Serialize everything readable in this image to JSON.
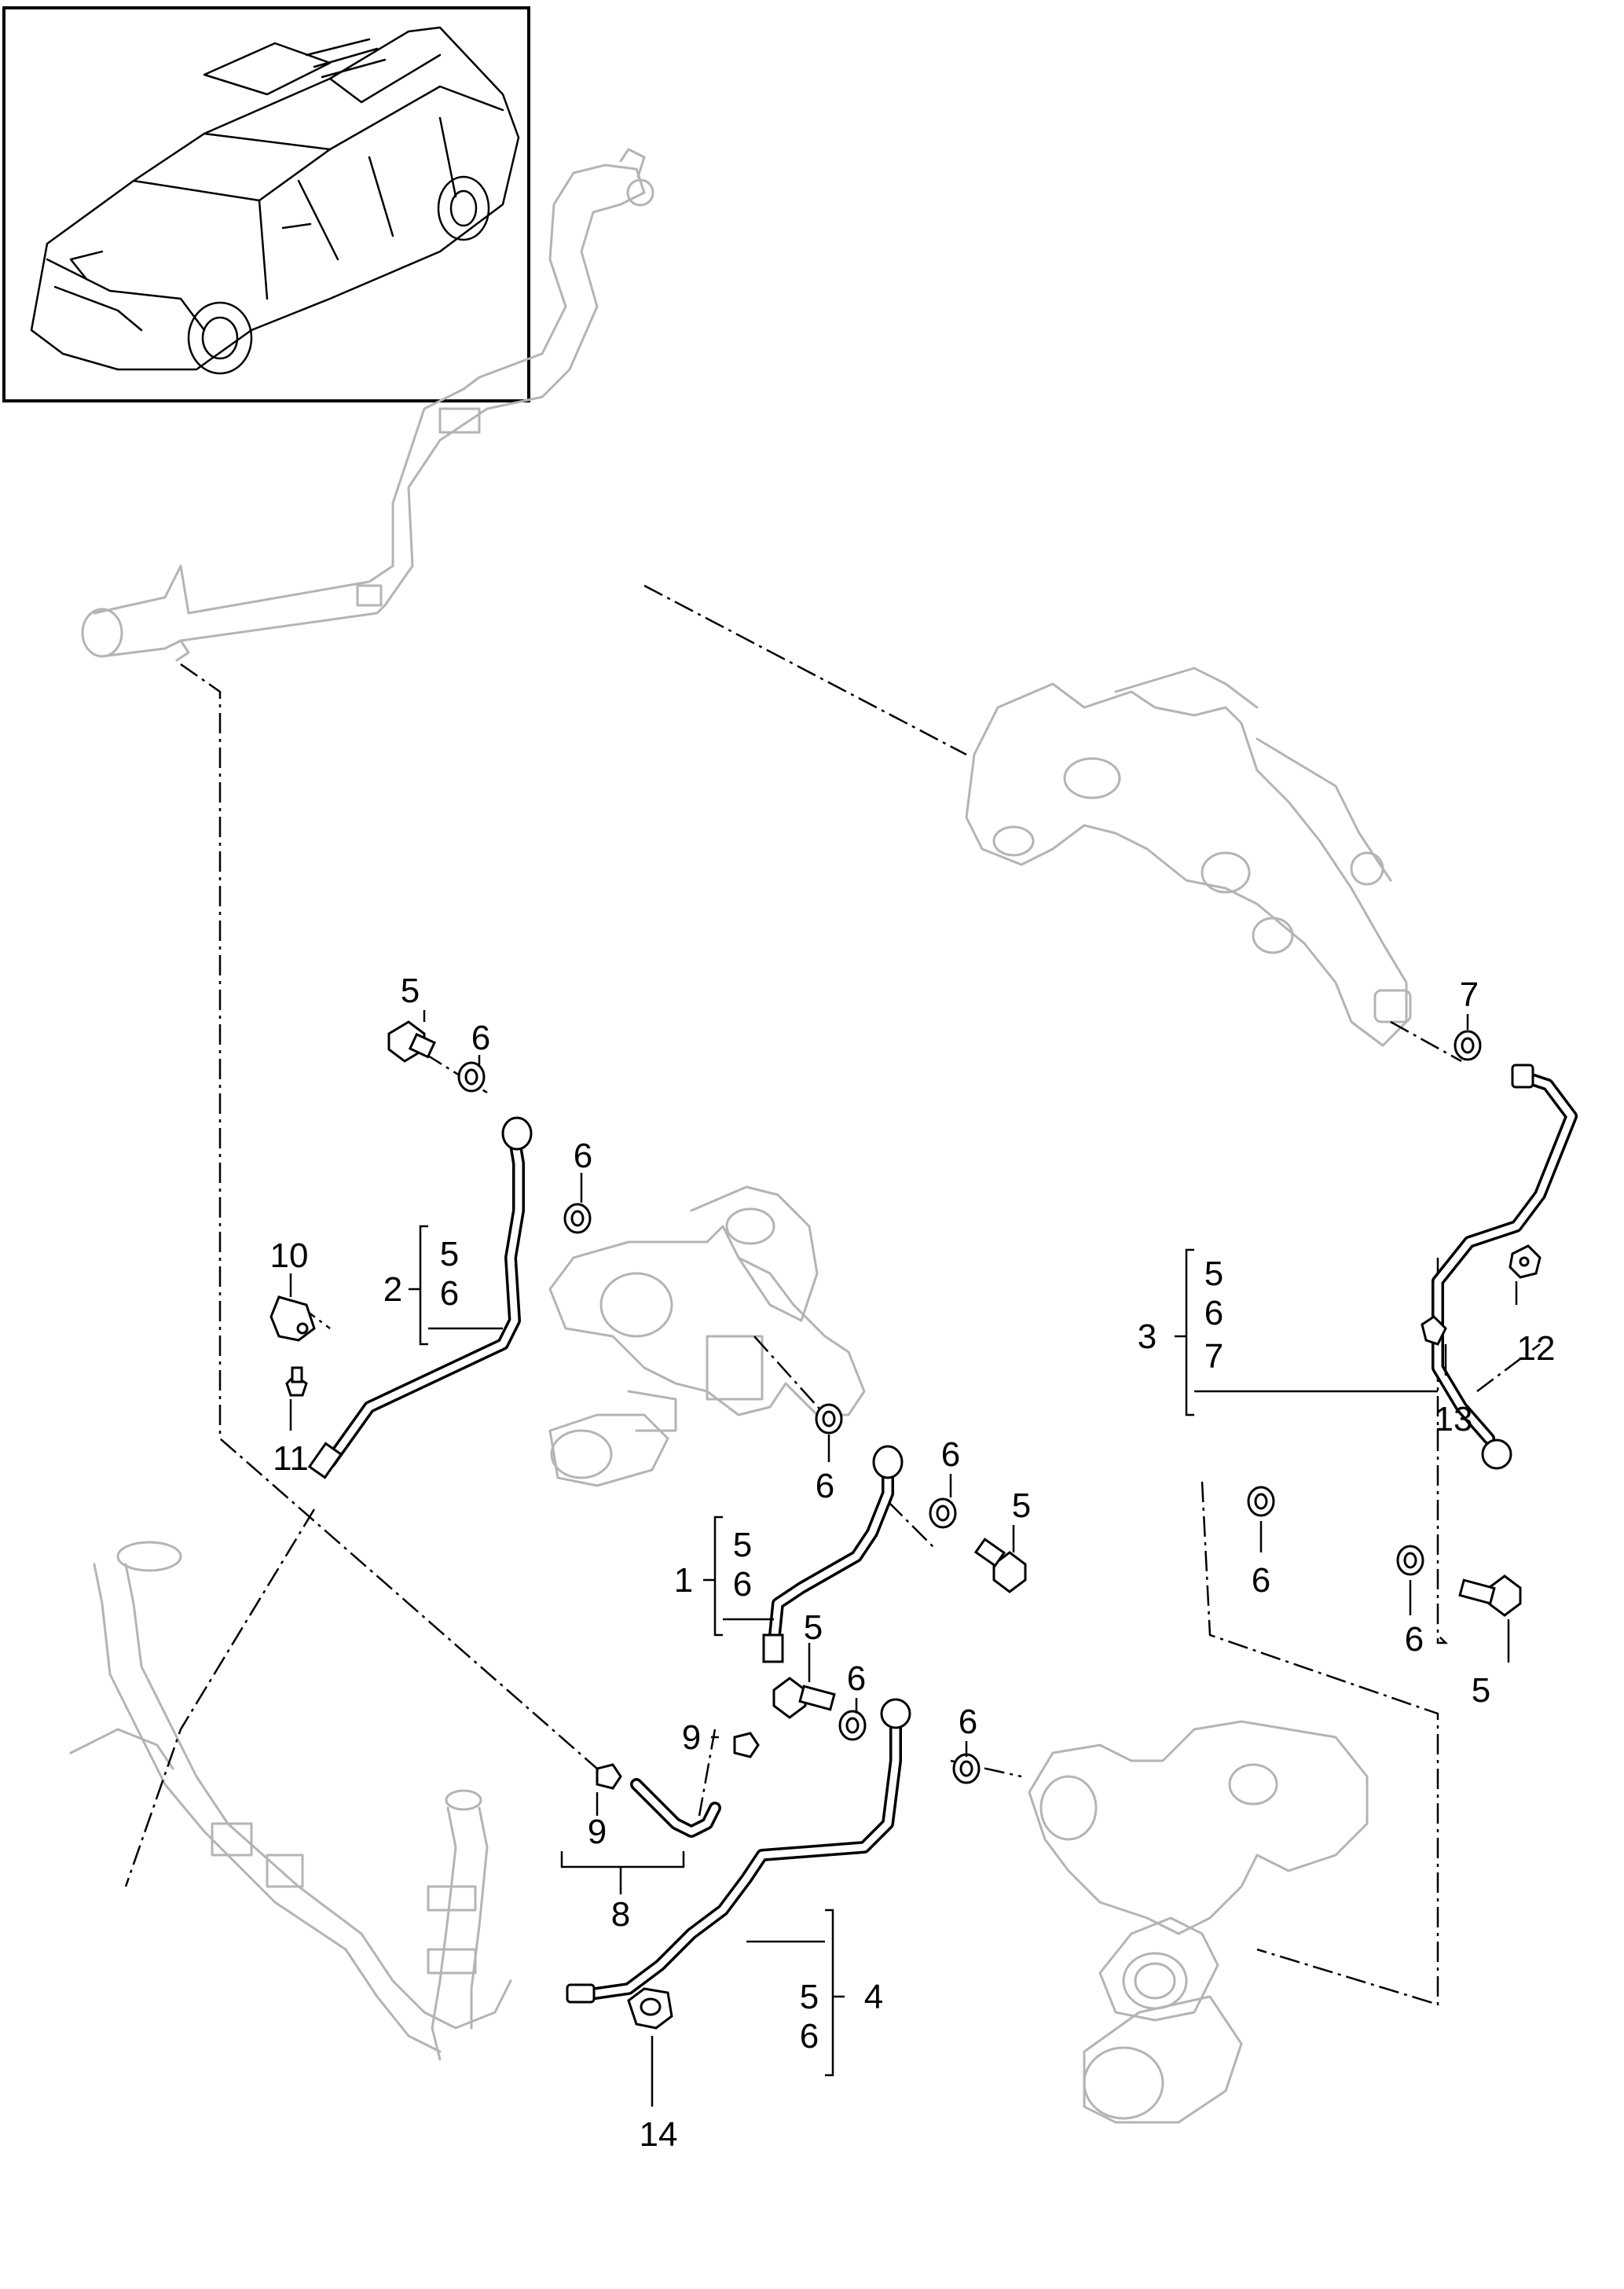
{
  "thumbnail": {
    "description_icon": "vehicle-overview-icon"
  },
  "callouts": {
    "c1": "1",
    "c2": "2",
    "c3": "3",
    "c4": "4",
    "c5a": "5",
    "c5b": "5",
    "c5c": "5",
    "c5d": "5",
    "c6a": "6",
    "c6b": "6",
    "c6c": "6",
    "c6d": "6",
    "c6e": "6",
    "c6f": "6",
    "c6g": "6",
    "c7": "7",
    "c8": "8",
    "c9a": "9",
    "c9b": "9",
    "c10": "10",
    "c11": "11",
    "c12": "12",
    "c13": "13",
    "c14": "14"
  },
  "groups": {
    "g2": [
      "5",
      "6"
    ],
    "g1": [
      "5",
      "6"
    ],
    "g3": [
      "5",
      "6",
      "7"
    ],
    "g4": [
      "5",
      "6"
    ]
  }
}
